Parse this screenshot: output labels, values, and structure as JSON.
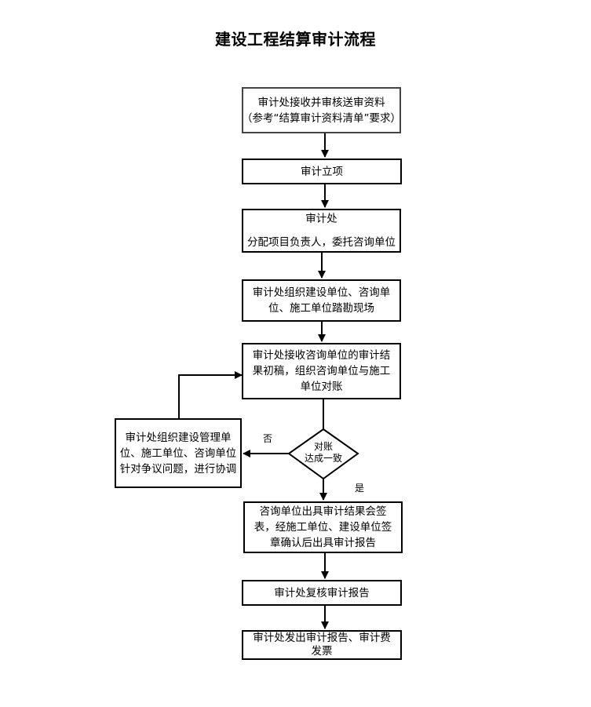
{
  "title": "建设工程结算审计流程",
  "steps": {
    "s1": [
      "审计处接收并审核送审资料",
      "（参考“结算审计资料清单”要求）"
    ],
    "s2": [
      "审计立项"
    ],
    "s3": [
      "审计处",
      "分配项目负责人，委托咨询单位"
    ],
    "s4": [
      "审计处组织建设单位、咨询单",
      "位、施工单位踏勘现场"
    ],
    "s5": [
      "审计处接收咨询单位的审计结",
      "果初稿，组织咨询单位与施工",
      "单位对账"
    ],
    "decision": [
      "对账",
      "达成一致"
    ],
    "side": [
      "审计处组织建设管理单",
      "位、施工单位、咨询单位",
      "针对争议问题，进行协调"
    ],
    "s6": [
      "咨询单位出具审计结果会签",
      "表，经施工单位、建设单位签",
      "章确认后出具审计报告"
    ],
    "s7": [
      "审计处复核审计报告"
    ],
    "s8": [
      "审计处发出审计报告、审计费",
      "发票"
    ]
  },
  "labels": {
    "no": "否",
    "yes": "是"
  }
}
